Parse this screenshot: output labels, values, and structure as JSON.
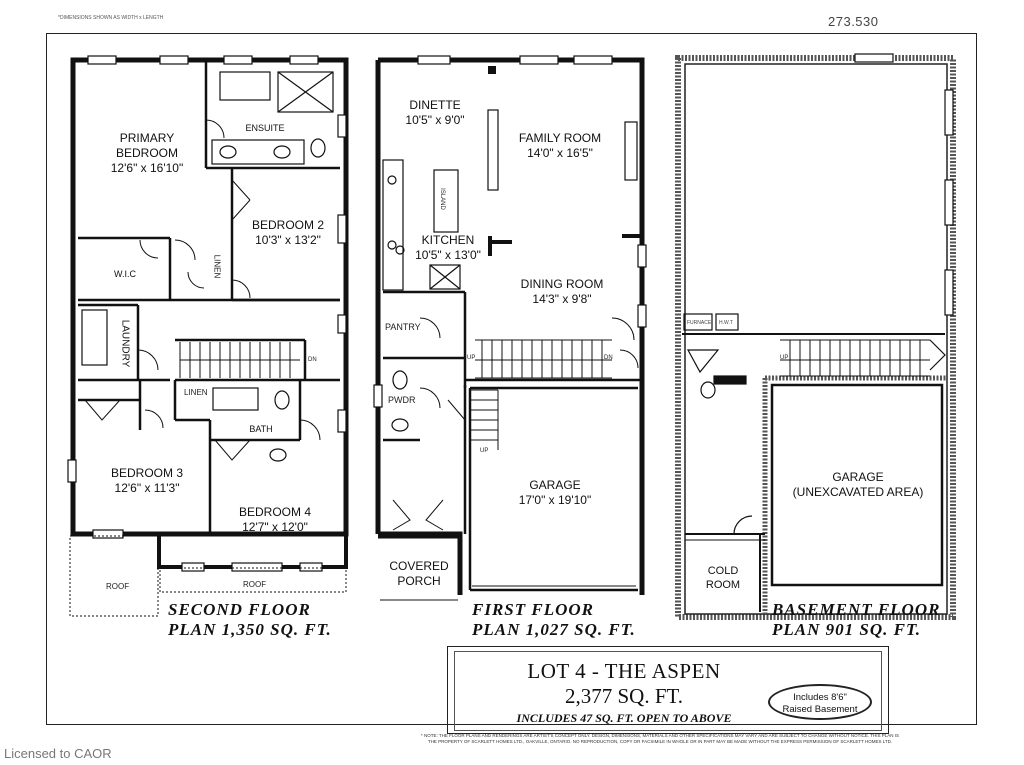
{
  "header": {
    "reference_number": "273.530",
    "dimension_note": "*DIMENSIONS SHOWN AS WIDTH x LENGTH"
  },
  "second_floor": {
    "title": "SECOND FLOOR\nPLAN 1,350 SQ. FT.",
    "rooms": {
      "primary_bedroom": "PRIMARY\nBEDROOM\n12'6\" x 16'10\"",
      "ensuite": "ENSUITE",
      "bedroom_2": "BEDROOM 2\n10'3\" x 13'2\"",
      "wic": "W.I.C",
      "linen_1": "LINEN",
      "laundry": "LAUNDRY",
      "linen_2": "LINEN",
      "bath": "BATH",
      "bedroom_3": "BEDROOM 3\n12'6\" x 11'3\"",
      "bedroom_4": "BEDROOM 4\n12'7\" x 12'0\"",
      "roof_1": "ROOF",
      "roof_2": "ROOF",
      "dn": "DN"
    }
  },
  "first_floor": {
    "title": "FIRST FLOOR\nPLAN 1,027 SQ. FT.",
    "rooms": {
      "dinette": "DINETTE\n10'5\" x 9'0\"",
      "family_room": "FAMILY ROOM\n14'0\" x 16'5\"",
      "kitchen": "KITCHEN\n10'5\" x 13'0\"",
      "island": "ISLAND",
      "dining_room": "DINING ROOM\n14'3\" x 9'8\"",
      "pantry": "PANTRY",
      "pwdr": "PWDR",
      "garage": "GARAGE\n17'0\" x 19'10\"",
      "covered_porch": "COVERED\nPORCH",
      "up_1": "UP",
      "up_2": "UP",
      "dn": "DN"
    }
  },
  "basement_floor": {
    "title": "BASEMENT FLOOR\nPLAN 901 SQ. FT.",
    "rooms": {
      "garage": "GARAGE\n(UNEXCAVATED AREA)",
      "cold_room": "COLD\nROOM",
      "furnace": "FURNACE",
      "hwt": "H.W.T",
      "up": "UP"
    }
  },
  "title_block": {
    "lot": "LOT 4 - THE ASPEN",
    "total_sqft": "2,377 SQ. FT.",
    "open_to_above": "INCLUDES 47  SQ. FT. OPEN TO ABOVE",
    "basement_note": "Includes 8'6\"\nRaised Basement",
    "fine_print": "* NOTE: THE FLOOR PLANS AND RENDERINGS ARE ARTIST'S CONCEPT ONLY. DESIGN, DIMENSIONS, MATERIALS AND OTHER SPECIFICATIONS MAY VARY AND ARE SUBJECT TO CHANGE WITHOUT NOTICE. THIS PLAN IS THE PROPERTY OF SCARLETT HOMES LTD., OAKVILLE, ONTARIO. NO REPRODUCTION, COPY OR FACSIMILE IN WHOLE OR IN PART MAY BE MADE WITHOUT THE EXPRESS PERMISSION OF SCARLETT HOMES LTD."
  },
  "watermark": "Licensed to CAOR"
}
